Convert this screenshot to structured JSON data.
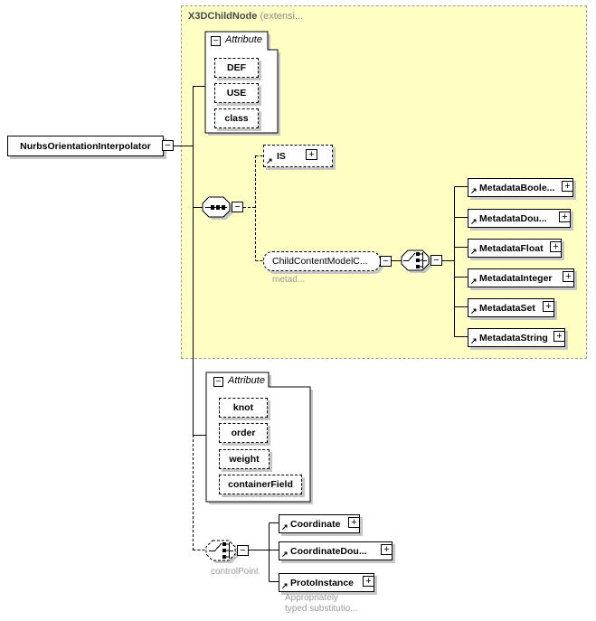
{
  "colors": {
    "region-fill": "#ffffc4",
    "region-border": "#9c9c9c",
    "shadow": "#c6c6c6",
    "muted": "#9a9a9a",
    "title": "#4a4a4a",
    "title-muted": "#8c8c8c"
  },
  "icons": {
    "plus": "+",
    "minus": "−",
    "ref_arrow": "↗"
  },
  "region": {
    "title": "X3DChildNode",
    "subtitle": "(extensi..."
  },
  "root": {
    "label": "NurbsOrientationInterpolator"
  },
  "attr_group_top": {
    "label": "Attribute",
    "items": [
      "DEF",
      "USE",
      "class"
    ]
  },
  "is_node": {
    "label": "IS"
  },
  "child_content_model": {
    "label": "ChildContentModelC...",
    "annotation": "metad..."
  },
  "metadata": {
    "items": [
      "MetadataBoole...",
      "MetadataDou...",
      "MetadataFloat",
      "MetadataInteger",
      "MetadataSet",
      "MetadataString"
    ]
  },
  "attr_group_bottom": {
    "label": "Attribute",
    "items": [
      "knot",
      "order",
      "weight",
      "containerField"
    ]
  },
  "control_point": {
    "label": "controlPoint",
    "items": [
      "Coordinate",
      "CoordinateDou...",
      "ProtoInstance"
    ],
    "note_line1": "Appropriately",
    "note_line2": "typed substitutio..."
  }
}
